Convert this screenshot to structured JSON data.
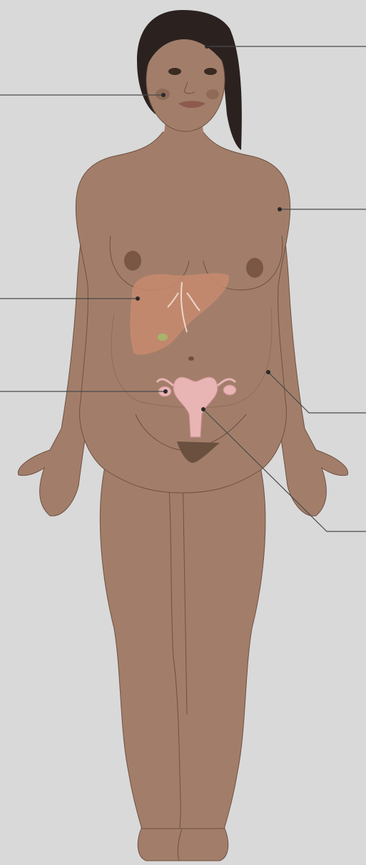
{
  "figure": {
    "background": "#d9d9d9",
    "skin": "#a27e6a",
    "skin_shadow": "#8f6c59",
    "outline": "#6e5040",
    "hair": "#2b2220",
    "liver": "#c88a6e",
    "gallbladder": "#a6b56a",
    "uterus": "#e8b4b4",
    "pubic": "#6b5040",
    "leader_line": "#4a4a4a",
    "dot": "#2a2a2a"
  },
  "callouts": [
    {
      "id": "scalp",
      "icon": "leader-line"
    },
    {
      "id": "cheek",
      "icon": "leader-line"
    },
    {
      "id": "axilla",
      "icon": "leader-line"
    },
    {
      "id": "liver",
      "icon": "leader-line"
    },
    {
      "id": "ovary",
      "icon": "leader-line"
    },
    {
      "id": "abdomen",
      "icon": "leader-line"
    },
    {
      "id": "uterus",
      "icon": "leader-line"
    }
  ]
}
